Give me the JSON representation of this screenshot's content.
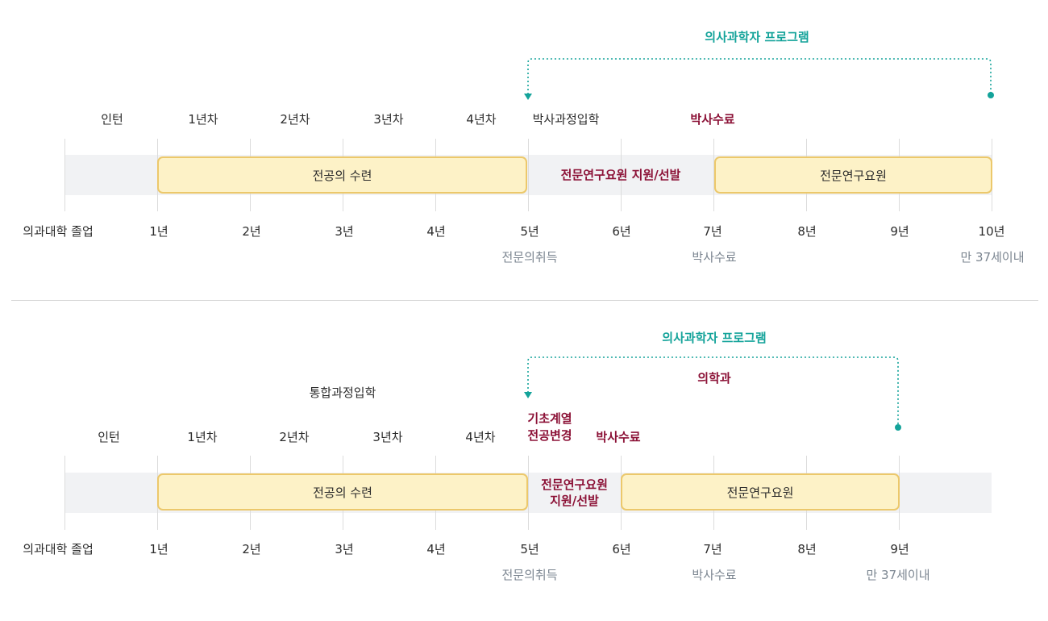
{
  "colors": {
    "teal": "#14a39a",
    "maroon": "#8c1237",
    "bar_fill": "#fdf2c7",
    "bar_border": "#ecc86b",
    "track": "#f1f2f4"
  },
  "top": {
    "program_label": "의사과학자 프로그램",
    "year_labels": [
      "인턴",
      "1년차",
      "2년차",
      "3년차",
      "4년차",
      "박사과정입학"
    ],
    "phd_complete_label": "박사수료",
    "bars": {
      "residency": "전공의 수련",
      "apply": "전문연구요원 지원/선발",
      "researcher": "전문연구요원"
    },
    "axis": [
      "의과대학 졸업",
      "1년",
      "2년",
      "3년",
      "4년",
      "5년",
      "6년",
      "7년",
      "8년",
      "9년",
      "10년"
    ],
    "milestones": {
      "specialist": "전문의취득",
      "phd": "박사수료",
      "age": "만 37세이내"
    }
  },
  "bottom": {
    "program_label": "의사과학자 프로그램",
    "medical_dept_label": "의학과",
    "integrated_label": "통합과정입학",
    "year_labels": [
      "인턴",
      "1년차",
      "2년차",
      "3년차",
      "4년차"
    ],
    "basic_change_line1": "기초계열",
    "basic_change_line2": "전공변경",
    "phd_complete_label": "박사수료",
    "bars": {
      "residency": "전공의 수련",
      "apply_line1": "전문연구요원",
      "apply_line2": "지원/선발",
      "researcher": "전문연구요원"
    },
    "axis": [
      "의과대학 졸업",
      "1년",
      "2년",
      "3년",
      "4년",
      "5년",
      "6년",
      "7년",
      "8년",
      "9년"
    ],
    "milestones": {
      "specialist": "전문의취득",
      "phd": "박사수료",
      "age": "만 37세이내"
    }
  }
}
